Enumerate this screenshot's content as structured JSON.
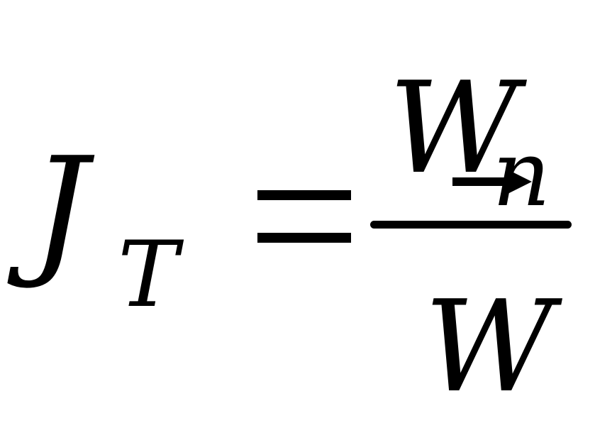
{
  "formula": {
    "lhs_variable": "J",
    "lhs_subscript": "T",
    "operator": "=",
    "numerator_variable": "W",
    "numerator_subscript": "n",
    "numerator_accent": "right-arrow-icon",
    "denominator_variable": "W"
  }
}
